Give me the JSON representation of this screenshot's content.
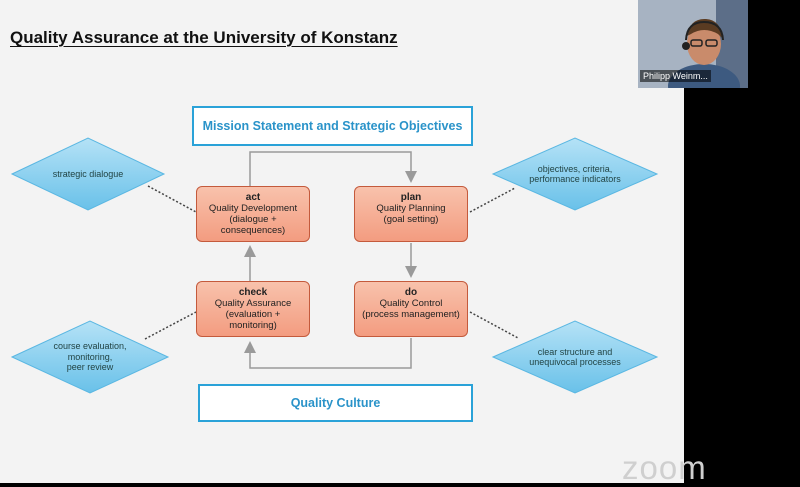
{
  "slide": {
    "title": "Quality Assurance at the University of Konstanz",
    "mission_box": "Mission Statement and Strategic Objectives",
    "culture_box": "Quality Culture",
    "cycle": {
      "act": {
        "label": "act",
        "line1": "Quality Development",
        "line2": "(dialogue +",
        "line3": "consequences)"
      },
      "plan": {
        "label": "plan",
        "line1": "Quality Planning",
        "line2": "(goal setting)",
        "line3": ""
      },
      "check": {
        "label": "check",
        "line1": "Quality Assurance",
        "line2": "(evaluation +",
        "line3": "monitoring)"
      },
      "do": {
        "label": "do",
        "line1": "Quality Control",
        "line2": "(process management)",
        "line3": ""
      }
    },
    "diamonds": {
      "top_left": {
        "line1": "strategic dialogue",
        "line2": "",
        "line3": ""
      },
      "top_right": {
        "line1": "objectives, criteria,",
        "line2": "performance indicators",
        "line3": ""
      },
      "bottom_left": {
        "line1": "course evaluation,",
        "line2": "monitoring,",
        "line3": "peer review"
      },
      "bottom_right": {
        "line1": "clear structure and",
        "line2": "unequivocal processes",
        "line3": ""
      }
    }
  },
  "video": {
    "participant_name": "Philipp Weinm..."
  },
  "branding": {
    "logo_text": "zoom"
  },
  "colors": {
    "accent": "#2aa2d8",
    "box_fill": "#f39c80",
    "diamond_fill": "#8fd1ef"
  }
}
